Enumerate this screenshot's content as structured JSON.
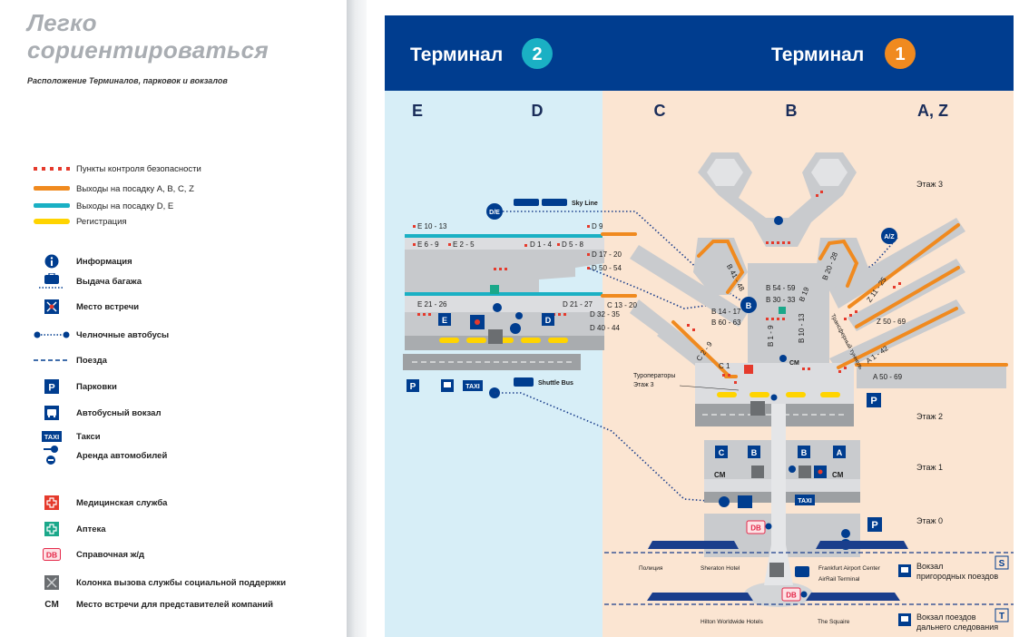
{
  "title": "Легко сориентироваться",
  "title_lines": [
    "Легко",
    "сориентироваться"
  ],
  "subtitle": "Расположение Терминалов, парковок и вокзалов",
  "legend": [
    {
      "id": "security",
      "label": "Пункты контроля безопасности",
      "bold": false
    },
    {
      "id": "gates-abcz",
      "label": "Выходы на посадку A, B, C, Z",
      "bold": false
    },
    {
      "id": "gates-de",
      "label": "Выходы на посадку D, E",
      "bold": false
    },
    {
      "id": "checkin",
      "label": "Регистрация",
      "bold": false
    },
    {
      "id": "info",
      "label": "Информация",
      "bold": true
    },
    {
      "id": "baggage",
      "label": "Выдача багажа",
      "bold": true
    },
    {
      "id": "meeting",
      "label": "Место встречи",
      "bold": true
    },
    {
      "id": "shuttle",
      "label": "Челночные автобусы",
      "bold": true
    },
    {
      "id": "trains",
      "label": "Поезда",
      "bold": true
    },
    {
      "id": "parking",
      "label": "Парковки",
      "bold": true
    },
    {
      "id": "bus",
      "label": "Автобусный вокзал",
      "bold": true
    },
    {
      "id": "taxi",
      "label": "Такси",
      "bold": true
    },
    {
      "id": "car-rental",
      "label": "Аренда автомобилей",
      "bold": true
    },
    {
      "id": "medical",
      "label": "Медицинская служба",
      "bold": true
    },
    {
      "id": "pharmacy",
      "label": "Аптека",
      "bold": true
    },
    {
      "id": "db",
      "label": "Справочная ж/д",
      "bold": true
    },
    {
      "id": "social",
      "label": "Колонка вызова службы социальной поддержки",
      "bold": true
    },
    {
      "id": "cm",
      "label": "Место встречи для представителей компаний",
      "bold": true
    }
  ],
  "symbols": {
    "parking": "P",
    "taxi": "TAXI",
    "db": "DB",
    "cm": "CM",
    "info": "i"
  },
  "terminals": [
    {
      "label": "Терминал",
      "number": "2",
      "badge_color": "#1ab0c4"
    },
    {
      "label": "Терминал",
      "number": "1",
      "badge_color": "#f08a1f"
    }
  ],
  "zones": [
    "E",
    "D",
    "C",
    "B",
    "A, Z"
  ],
  "levels": [
    "Этаж 3",
    "Этаж 2",
    "Этаж 1",
    "Этаж 0"
  ],
  "gates_t2": [
    "E 10 - 13",
    "D 9",
    "E 6 - 9",
    "E 2 - 5",
    "D 1 - 4",
    "D 5 - 8",
    "D 17 - 20",
    "D 50 - 54",
    "E 21 - 26",
    "D 21 - 27",
    "D 32 - 35",
    "D 40 - 44"
  ],
  "gates_t1": [
    "C 13 - 20",
    "C 2 - 9",
    "C 1",
    "B 41 - 48",
    "B 54 - 59",
    "B 30 - 33",
    "B 14 - 17",
    "B 60 - 63",
    "B 1 - 9",
    "B 10 - 13",
    "B 19",
    "B 20 - 28",
    "Z 11 - 25",
    "Z 50 - 69",
    "A 1 - 42",
    "A 50 - 69"
  ],
  "badges": {
    "de": "D/E",
    "az": "A/Z",
    "b": "B",
    "c": "C",
    "a": "A",
    "d": "D",
    "e": "E"
  },
  "labels": {
    "skyline": "Sky Line",
    "shuttle_bus": "Shuttle Bus",
    "tour_operators": "Туроператоры\nЭтаж 3",
    "tour_line1": "Туроператоры",
    "tour_line2": "Этаж 3",
    "transfer_tunnel": "Трансферный туннель",
    "police": "Полиция",
    "sheraton": "Sheraton Hotel",
    "fac": "Frankfurt Airport Center",
    "airrail": "AirRail Terminal",
    "hilton": "Hilton Worldwide Hotels",
    "squaire": "The Squaire",
    "regional_station_l1": "Вокзал",
    "regional_station_l2": "пригородных поездов",
    "longdistance_l1": "Вокзал поездов",
    "longdistance_l2": "дальнего следования",
    "s_letter": "S",
    "t_letter": "T",
    "cm": "CM",
    "taxi": "TAXI"
  },
  "colors": {
    "navy": "#003d8f",
    "blue_dark": "#1a3e8c",
    "orange": "#f08a1f",
    "cyan": "#1ab0c4",
    "yellow": "#ffd400",
    "red": "#e53a2c",
    "gray": "#b9bcbf",
    "t2_bg": "#d7eef7",
    "t1_bg": "#fbe5d2"
  }
}
